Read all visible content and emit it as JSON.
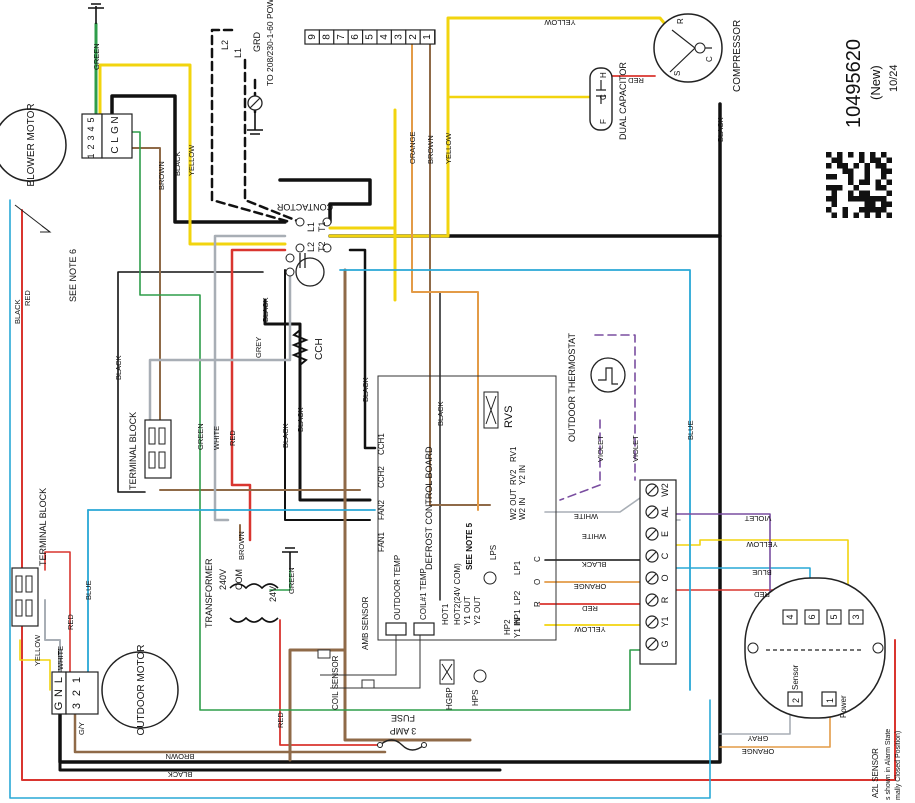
{
  "doc": {
    "part_number": "10495620",
    "revision": "(New)",
    "date": "10/24"
  },
  "components": {
    "blower_motor": "BLOWER MOTOR",
    "compressor": "COMPRESSOR",
    "dual_capacitor": "DUAL CAPACITOR",
    "contactor": "CONTACTOR",
    "power_supply": "TO 208/230-1-60 POWER SUPPLY",
    "defrost_board": "DEFROST CONTROL BOARD",
    "transformer": "TRANSFORMER",
    "terminal_block_1": "TERMINAL BLOCK",
    "terminal_block_2": "TERMINAL BLOCK",
    "outdoor_motor": "OUTDOOR MOTOR",
    "outdoor_thermostat": "OUTDOOR THERMOSTAT",
    "a2l_sensor": "A2L SENSOR",
    "a2l_note": "s shown in Alarm State",
    "a2l_note2": "mally Closed Position)",
    "fuse": "FUSE",
    "fuse_rating": "3 AMP",
    "cch": "CCH",
    "rvs": "RVS",
    "hps": "HPS",
    "lps": "LPS",
    "hgbp": "HGBP",
    "see_note_6": "SEE NOTE 6",
    "see_note_5": "SEE NOTE 5",
    "amb_sensor": "AMB SENSOR",
    "coil_sensor": "COIL SENSOR",
    "outdoor_temp": "OUTDOOR TEMP",
    "coil1_temp": "COIL#1 TEMP",
    "sensor_label": "Sensor",
    "power_label": "Power",
    "v240": "240V",
    "com": "COM",
    "v24": "24V"
  },
  "terminals": {
    "strip": [
      "9",
      "8",
      "7",
      "6",
      "5",
      "4",
      "3",
      "2",
      "1"
    ],
    "blower": [
      "5",
      "4",
      "3",
      "2",
      "1"
    ],
    "blower_tags": [
      "N",
      "G",
      "L",
      "C"
    ],
    "contactor": [
      "L1",
      "L2",
      "T1",
      "T2"
    ],
    "cap": [
      "H",
      "C",
      "F"
    ],
    "comp": [
      "R",
      "C",
      "S"
    ],
    "motor": [
      "1",
      "2",
      "3"
    ],
    "motor_tags": [
      "L",
      "N",
      "G"
    ],
    "a2l_top": [
      "4",
      "6",
      "5",
      "3"
    ],
    "a2l_bottom": [
      "2",
      "1"
    ],
    "tstat": [
      "W2",
      "AL",
      "E",
      "C",
      "O",
      "R",
      "Y1",
      "G"
    ],
    "supply": [
      "L2",
      "L1",
      "GRD"
    ]
  },
  "board_labels": {
    "fan1": "FAN1",
    "fan2": "FAN2",
    "cch1": "CCH1",
    "cch2": "CCH2",
    "w2out": "W2 OUT",
    "w2in": "W2 IN",
    "rv1": "RV1",
    "rv2": "RV2",
    "y2in": "Y2 IN",
    "hot1": "HOT1",
    "hot2": "HOT2(24V COM)",
    "y1out": "Y1 OUT",
    "y2out": "Y2 OUT",
    "lp1": "LP1",
    "lp2": "LP2",
    "hp1": "HP1",
    "hp2": "HP2",
    "y1in": "Y1 IN",
    "c": "C",
    "o": "O",
    "r": "R"
  },
  "wires": {
    "green": "GREEN",
    "black": "BLACK",
    "red": "RED",
    "yellow": "YELLOW",
    "brown": "BROWN",
    "orange": "ORANGE",
    "grey": "GREY",
    "gray": "GRAY",
    "white": "WHITE",
    "blue": "BLUE",
    "violet": "VIOLET",
    "gy": "G/Y"
  },
  "colors": {
    "black": "#111111",
    "red": "#d9352f",
    "yellow": "#f2d40e",
    "green": "#2e9d4a",
    "blue": "#29a8d6",
    "brown": "#8f6a48",
    "orange": "#e39b47",
    "grey": "#a8aeb5",
    "violet": "#7a4ea0"
  }
}
